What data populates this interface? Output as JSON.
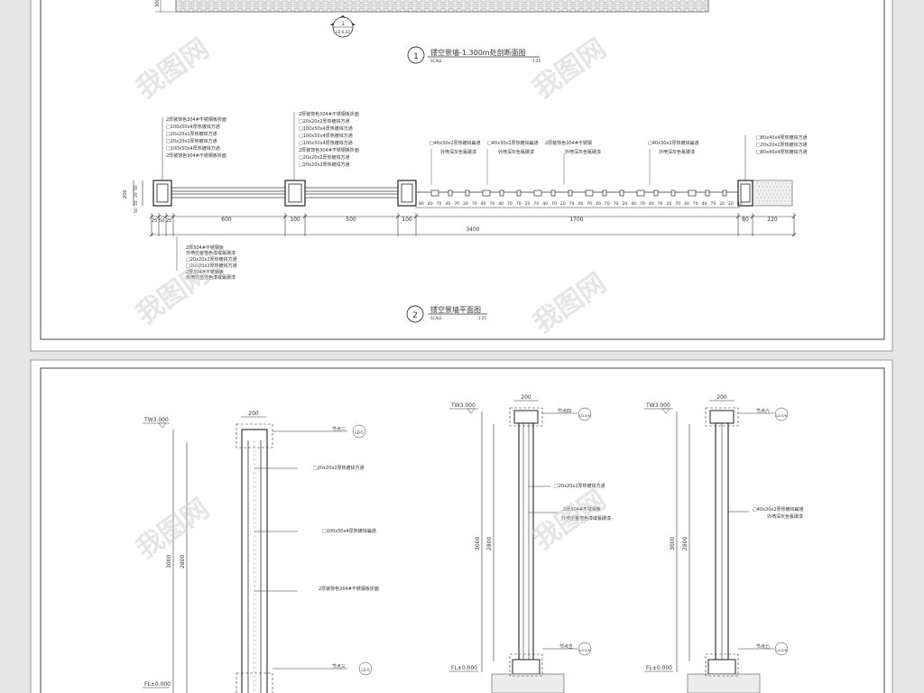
{
  "sheet_top": {
    "section_marker": {
      "top": "1",
      "bottom": "LD-0.02"
    },
    "title1": {
      "number": "1",
      "title": "镂空景墙-1.300m处剖断面图",
      "scale_label": "SCALE",
      "scale_value": "1:25"
    },
    "plan": {
      "left_callout": [
        "2厚装饰色304#不锈钢板折面",
        "□100x50x4厚热镀锌方通",
        "□20x20x2厚热镀锌方通",
        "□20x20x2厚热镀锌方通",
        "□100x50x4厚热镀锌方通",
        "2厚装饰色304#不锈钢板折面"
      ],
      "mid_callout": [
        "2厚装饰色304#不锈钢板折面",
        "□20x20x2厚热镀锌方通",
        "□100x50x4厚热镀锌方通",
        "□100x50x4厚热镀锌方通",
        "□100x50x4厚热镀锌方通",
        "2厚装饰色304#不锈钢板折面",
        "□20x20x2厚热镀锌方通",
        "□20x20x2厚热镀锌方通"
      ],
      "top_notes": [
        {
          "l1": "□40x30x2厚热镀锌扁通",
          "l2": "外喷深灰色氟碳漆"
        },
        {
          "l1": "□40x30x2厚热镀锌扁通",
          "l2": "外喷深灰色氟碳漆"
        },
        {
          "l1": "2厚装饰色304#不锈钢",
          "l2": "外喷深灰色氟碳漆"
        },
        {
          "l1": "□40x30x2厚热镀锌扁通",
          "l2": "外喷深灰色氟碳漆"
        }
      ],
      "right_callout": [
        "□80x40x4厚热镀锌方通",
        "□20x20x2厚热镀锌方通",
        "□80x40x4厚热镀锌方通"
      ],
      "bottom_callout": [
        "2厚304#不锈钢板",
        "外喷仿金箔色漆或氟碳漆",
        "□20x20x2厚热镀锌方通",
        "□20x20x2厚热镀锌方通",
        "2厚304#不锈钢板",
        "外喷仿金箔色漆或氟碳漆"
      ],
      "side_dims": [
        "200",
        "50",
        "55",
        "20",
        "50"
      ],
      "dims_small": [
        "25",
        "50",
        "25",
        "600",
        "100",
        "500",
        "100",
        "1700",
        "80",
        "220"
      ],
      "small_spacing": [
        "80",
        "40",
        "70",
        "40",
        "70",
        "20",
        "70",
        "40",
        "70",
        "40",
        "70",
        "70",
        "20",
        "70",
        "40",
        "70",
        "20",
        "70",
        "40",
        "70",
        "40",
        "70",
        "70",
        "20",
        "40",
        "70",
        "40",
        "70",
        "20",
        "70",
        "40",
        "70",
        "40",
        "70",
        "20",
        "20",
        "40"
      ],
      "total": "3400"
    },
    "title2": {
      "number": "2",
      "title": "镂空景墙平面图",
      "scale_label": "SCALE",
      "scale_value": "1:25"
    }
  },
  "sheet_bottom": {
    "elev1": {
      "top_level": "TW3.000",
      "bottom_level": "FL±0.000",
      "width_dim": "200",
      "heights": [
        "3000",
        "2800"
      ],
      "notes": [
        "□20x20x2厚热镀锌方通",
        "□100x50x4厚热镀锌扁通",
        "2厚装饰色304#不锈钢板折面"
      ],
      "node_top": "节点二",
      "node_top_ref": "LD-5",
      "node_bottom": "节点三",
      "node_bottom_ref": "LD-5"
    },
    "elev2": {
      "top_level": "TW3.000",
      "bottom_level": "FL±0.000",
      "width_dim": "200",
      "heights": [
        "3000",
        "2800"
      ],
      "notes": [
        "□20x20x2厚热镀锌方通",
        "2厚304#不锈钢板",
        "外喷仿金箔色漆或氟碳漆"
      ],
      "node_top": "节点四",
      "node_top_ref": "LD-5/6",
      "node_bottom": "节点五",
      "node_bottom_ref": "LD-5/6"
    },
    "elev3": {
      "top_level": "TW3.000",
      "bottom_level": "FL±0.000",
      "width_dim": "200",
      "heights": [
        "3000",
        "2800"
      ],
      "notes": [
        "□40x30x2厚热镀锌扁通",
        "外喷深灰色氟碳漆"
      ],
      "node_top": "节点六",
      "node_top_ref": "LD-5/6",
      "node_bottom": "节点七",
      "node_bottom_ref": "LD-5/6"
    }
  },
  "watermark": "我图网"
}
